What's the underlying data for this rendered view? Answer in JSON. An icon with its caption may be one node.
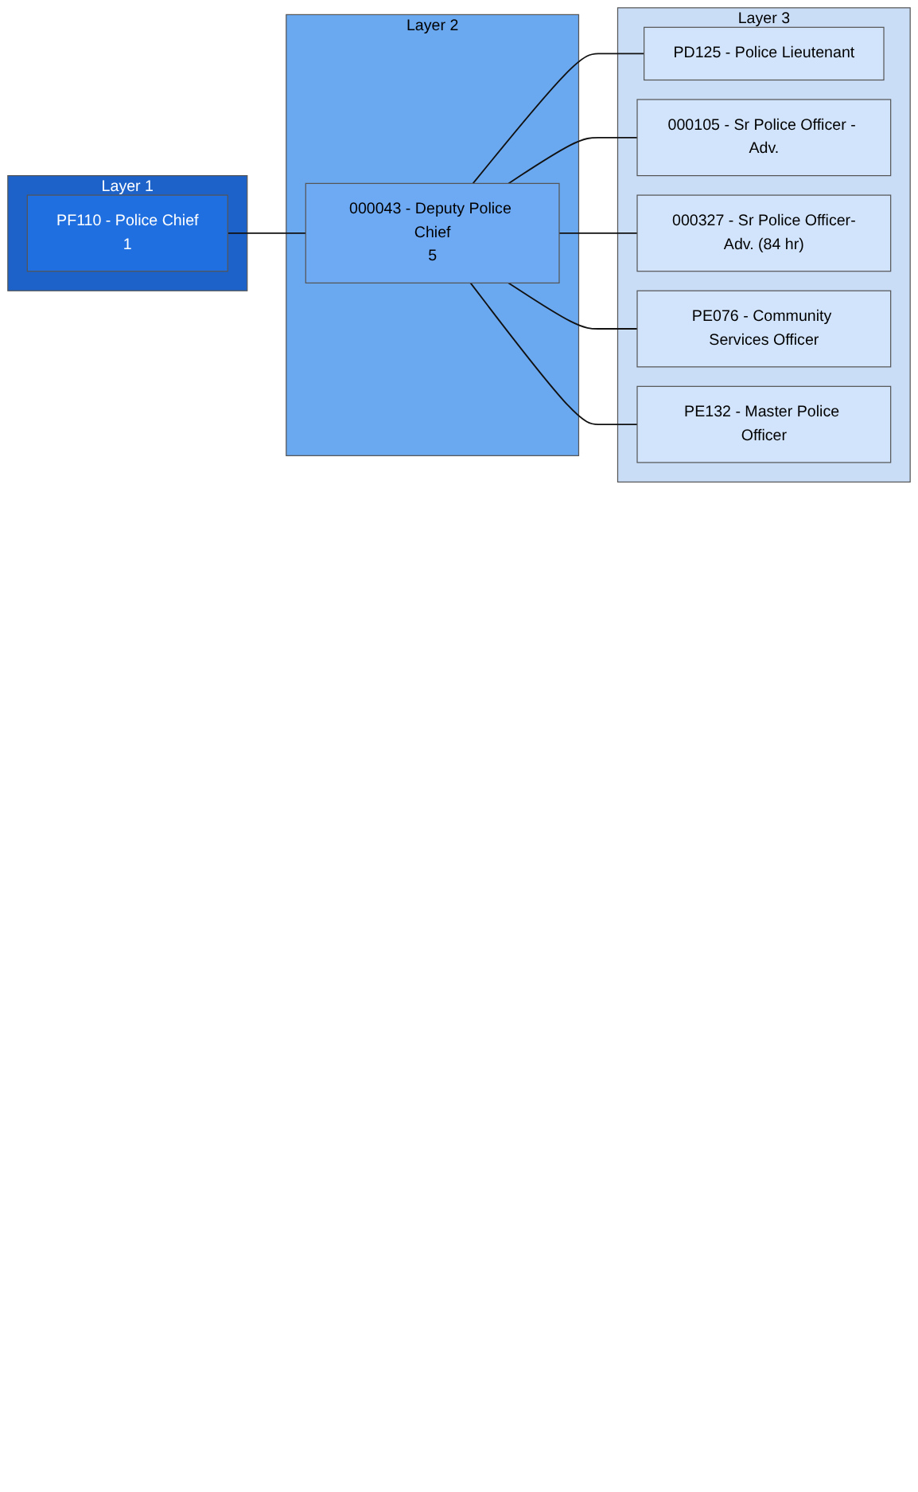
{
  "diagram": {
    "nodes": [
      {
        "text": [
          "Layer 1"
        ]
      },
      {
        "text": [
          "PF110 - Police Chief",
          "1"
        ],
        "in": 0
      },
      {
        "text": [
          "Layer 2"
        ]
      },
      {
        "text": [
          "000043 - Deputy Police Chief",
          "5"
        ],
        "in": 2
      },
      {
        "text": [
          "Layer 3"
        ]
      },
      {
        "text": [
          "PD125 - Police Lieutenant"
        ],
        "in": 4
      },
      {
        "text": [
          "000105 - Sr Police Officer - Adv."
        ],
        "in": 4
      },
      {
        "text": [
          "000327 - Sr Police Officer-Adv. (84 hr)"
        ],
        "in": 4
      },
      {
        "text": [
          "PE076 - Community Services Officer"
        ],
        "in": 4
      },
      {
        "text": [
          "PE132 - Master Police Officer"
        ],
        "in": 4
      }
    ],
    "edges": [
      {
        "from": 1,
        "to": 3,
        "arrow": "none"
      },
      {
        "from": 3,
        "to": 5,
        "arrow": "none"
      },
      {
        "from": 3,
        "to": 6,
        "arrow": "none"
      },
      {
        "from": 3,
        "to": 7,
        "arrow": "none"
      },
      {
        "from": 3,
        "to": 8,
        "arrow": "none"
      },
      {
        "from": 3,
        "to": 9,
        "arrow": "none"
      }
    ]
  }
}
